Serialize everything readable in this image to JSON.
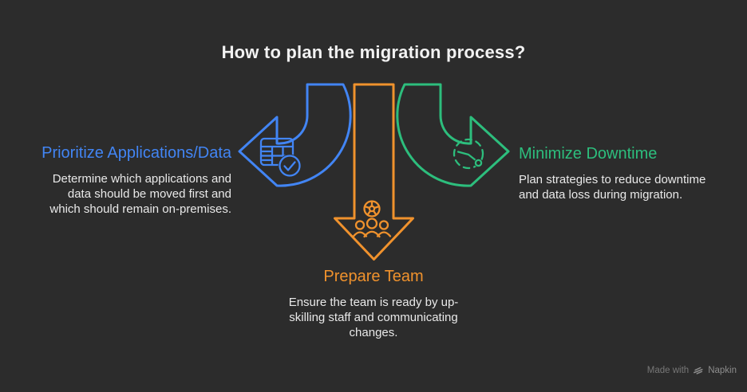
{
  "colors": {
    "background": "#2c2c2c",
    "title_text": "#f2f2f2",
    "body_text": "#e9e9e9",
    "blue": "#4285f4",
    "orange": "#f0922d",
    "green": "#2dbe7d",
    "watermark": "#777777"
  },
  "title": "How to plan the migration process?",
  "steps": [
    {
      "id": "prioritize-applications-data",
      "heading": "Prioritize Applications/Data",
      "body_lines": [
        "Determine which applications and",
        "data should be moved first and",
        "which should remain on-premises."
      ],
      "icon": "table-check-icon",
      "color": "#4285f4",
      "arrow_direction": "left"
    },
    {
      "id": "prepare-team",
      "heading": "Prepare Team",
      "body_lines": [
        "Ensure the team is ready by up-",
        "skilling staff and communicating",
        "changes."
      ],
      "icon": "team-gear-icon",
      "color": "#f0922d",
      "arrow_direction": "down"
    },
    {
      "id": "minimize-downtime",
      "heading": "Minimize Downtime",
      "body_lines": [
        "Plan strategies to reduce downtime",
        "and data loss during migration."
      ],
      "icon": "timer-gauge-icon",
      "color": "#2dbe7d",
      "arrow_direction": "right"
    }
  ],
  "watermark": {
    "prefix": "Made with",
    "brand": "Napkin"
  }
}
